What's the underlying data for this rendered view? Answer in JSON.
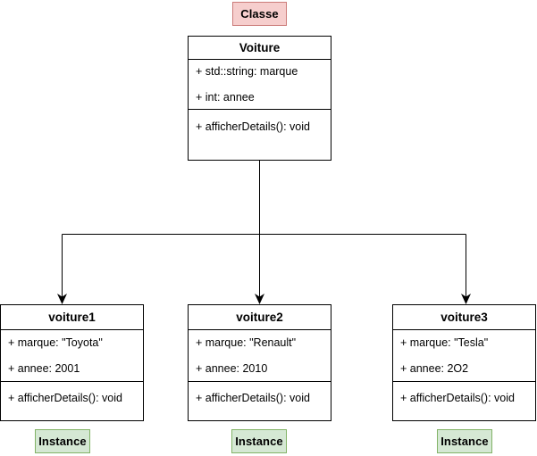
{
  "diagram": {
    "annotations": {
      "classe_label": "Classe",
      "instance_label": "Instance"
    },
    "class_box": {
      "title": "Voiture",
      "attributes": [
        "+ std::string: marque",
        "+ int: annee"
      ],
      "methods": [
        "+ afficherDetails(): void"
      ]
    },
    "instances": [
      {
        "title": "voiture1",
        "attributes": [
          "+ marque: \"Toyota\"",
          "+ annee: 2001"
        ],
        "methods": [
          "+ afficherDetails(): void"
        ],
        "badge": "Instance"
      },
      {
        "title": "voiture2",
        "attributes": [
          "+ marque: \"Renault\"",
          "+ annee: 2010"
        ],
        "methods": [
          "+ afficherDetails(): void"
        ],
        "badge": "Instance"
      },
      {
        "title": "voiture3",
        "attributes": [
          "+ marque: \"Tesla\"",
          "+ annee: 2O2"
        ],
        "methods": [
          "+ afficherDetails(): void"
        ],
        "badge": "Instance"
      }
    ],
    "colors": {
      "classe_fill": "#f6cecd",
      "classe_stroke": "#cb7b79",
      "instance_fill": "#d5e8d4",
      "instance_stroke": "#82b366",
      "box_stroke": "#000000",
      "connector": "#000000",
      "background": "#ffffff"
    }
  }
}
